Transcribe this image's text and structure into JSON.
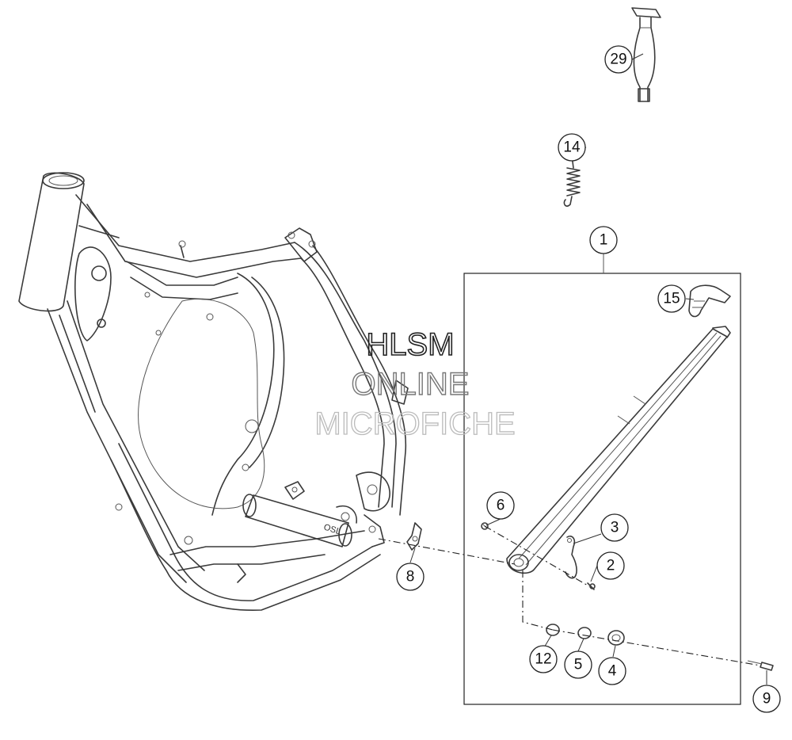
{
  "watermark": {
    "line1": "HLSM",
    "line2": "ONLINE",
    "line3": "MICROFICHE"
  },
  "frame_marking": "OSL",
  "callouts": [
    {
      "id": "c29",
      "label": "29"
    },
    {
      "id": "c14",
      "label": "14"
    },
    {
      "id": "c1",
      "label": "1"
    },
    {
      "id": "c15",
      "label": "15"
    },
    {
      "id": "c6",
      "label": "6"
    },
    {
      "id": "c3",
      "label": "3"
    },
    {
      "id": "c2",
      "label": "2"
    },
    {
      "id": "c8",
      "label": "8"
    },
    {
      "id": "c12",
      "label": "12"
    },
    {
      "id": "c5",
      "label": "5"
    },
    {
      "id": "c4",
      "label": "4"
    },
    {
      "id": "c9",
      "label": "9"
    }
  ]
}
